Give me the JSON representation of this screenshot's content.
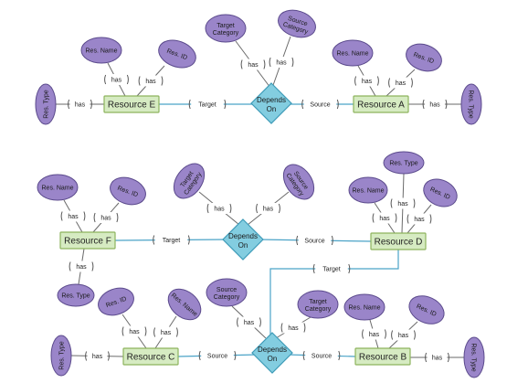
{
  "colors": {
    "entity_fill": "#d6ebc2",
    "entity_border": "#8db35d",
    "attribute_fill": "#9a85c9",
    "relationship_fill": "#83cde0",
    "connector": "#4ba3c7"
  },
  "entities": {
    "resource_e": "Resource E",
    "resource_a": "Resource A",
    "resource_f": "Resource F",
    "resource_d": "Resource D",
    "resource_c": "Resource C",
    "resource_b": "Resource B"
  },
  "relationship": {
    "line1": "Depends",
    "line2": "On"
  },
  "attributes": {
    "res_type": "Res. Type",
    "res_name": "Res. Name",
    "res_id": "Res. ID",
    "target_category_line1": "Target",
    "target_category_line2": "Category",
    "source_category_line1": "Source",
    "source_category_line2": "Category"
  },
  "labels": {
    "has": "has",
    "target": "Target",
    "source": "Source"
  }
}
